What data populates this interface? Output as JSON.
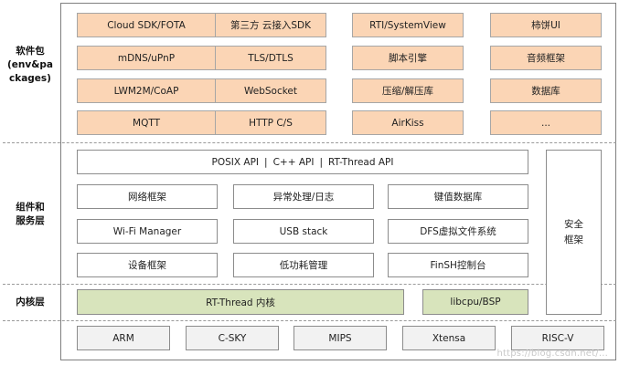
{
  "layers": {
    "software_packages": "软件包\n(env&pa\nckages)",
    "components_services": "组件和\n服务层",
    "kernel": "内核层"
  },
  "packages": [
    [
      "Cloud SDK/FOTA",
      "第三方 云接入SDK",
      "RTI/SystemView",
      "柿饼UI"
    ],
    [
      "mDNS/uPnP",
      "TLS/DTLS",
      "脚本引擎",
      "音频框架"
    ],
    [
      "LWM2M/CoAP",
      "WebSocket",
      "压缩/解压库",
      "数据库"
    ],
    [
      "MQTT",
      "HTTP C/S",
      "AirKiss",
      "..."
    ]
  ],
  "api_bar": {
    "posix": "POSIX API",
    "cpp": "C++ API",
    "rtthread": "RT-Thread API",
    "separator": "|"
  },
  "services": [
    [
      "网络框架",
      "异常处理/日志",
      "键值数据库"
    ],
    [
      "Wi-Fi Manager",
      "USB stack",
      "DFS虚拟文件系统"
    ],
    [
      "设备框架",
      "低功耗管理",
      "FinSH控制台"
    ]
  ],
  "security": "安全\n框架",
  "kernel": {
    "rtthread": "RT-Thread  内核",
    "libcpu": "libcpu/BSP"
  },
  "architectures": [
    "ARM",
    "C-SKY",
    "MIPS",
    "Xtensa",
    "RISC-V"
  ],
  "watermark": "https://blog.csdn.net/...",
  "colors": {
    "package_fill": "#fbd5b5",
    "kernel_fill": "#d8e4bc",
    "arch_fill": "#f2f2f2"
  }
}
